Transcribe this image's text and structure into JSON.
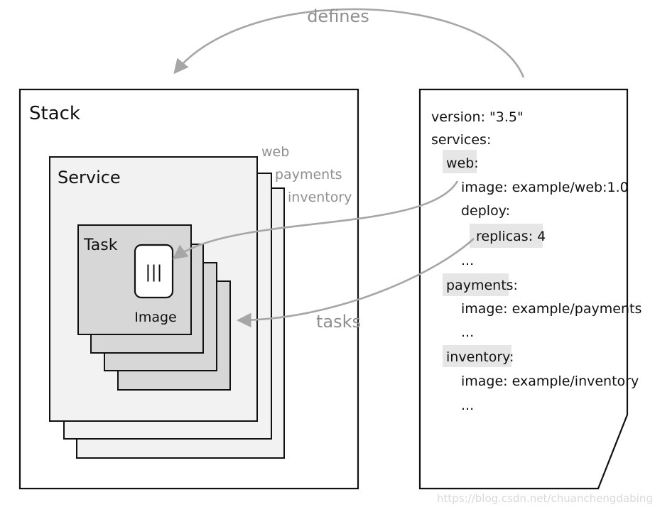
{
  "arrows": {
    "defines": "defines",
    "tasks": "tasks"
  },
  "stack": {
    "title": "Stack"
  },
  "service": {
    "title": "Service",
    "stack_labels": [
      "web",
      "payments",
      "inventory"
    ]
  },
  "task": {
    "title": "Task",
    "image_label": "Image",
    "image_icon_glyph": "|||"
  },
  "compose": {
    "lines": [
      "version: \"3.5\"",
      "services:",
      "web:",
      "image: example/web:1.0",
      "deploy:",
      "replicas: 4",
      "...",
      "payments:",
      "image: example/payments",
      "...",
      "inventory:",
      "image: example/inventory",
      "..."
    ]
  },
  "watermark": "https://blog.csdn.net/chuanchengdabing",
  "colors": {
    "stroke": "#111111",
    "gray_text": "#8f8f8f",
    "arrow": "#a6a6a6",
    "service_fill": "#f2f2f2",
    "task_fill": "#d7d7d7",
    "highlight_fill": "#e6e6e6"
  },
  "icons": {
    "image": "container-image-icon"
  }
}
